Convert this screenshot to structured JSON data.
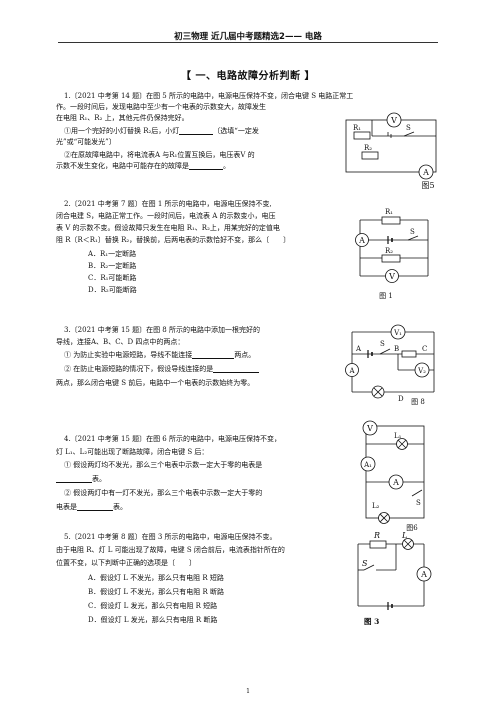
{
  "header": {
    "title": "初三物理 近几届中考题精选2—— 电路"
  },
  "section": {
    "title": "【 一、电路故障分析判断 】"
  },
  "q1": {
    "l1": "1.〔2021 中考第 14 题〕在图 5 所示的电路中，电源电压保持不变，闭合电键 S 电路正常工",
    "l2": "作。一段时间后，发现电路中至少有一个电表的示数变大，故障发生",
    "l3": "在电阻 R₁、R₂ 上，其他元件仍保持完好。",
    "l4a": "①用一个完好的小灯替换 R₂后，小灯",
    "l4b": "〔选填“一定发",
    "l5": "光”或“可能发光”〕",
    "l6": "②在原故障电路中，将电流表A 与R₁位置互换后，电压表V 的",
    "l7a": "示数不发生变化，电路中可能存在的故障是",
    "l7b": "。",
    "fig": {
      "v": "V",
      "r1": "R₁",
      "s": "S",
      "r2": "R₂",
      "a": "A",
      "caption": "图5"
    }
  },
  "q2": {
    "l1": "2.〔2021 中考第 7 题〕在图 1 所示的电路中，电源电压保持不变,",
    "l2": "闭合电建 S，电路正常工作。一段时间后，电流表 A 的示数变小，电压",
    "l3": "表 V 的示数不变。假设故障只发生在电阻 R₁、R₂上，用某完好的定值电",
    "l4": "阻 R〔R＜R₁〕替换 R₂，替换前，后两电表的示数恰好不变，那么〔　　〕",
    "opts": [
      "A．R₁一定断路",
      "B．R₂一定断路",
      "C．R₁可能断路",
      "D．R₂可能断路"
    ],
    "fig": {
      "r1": "R₁",
      "a": "A",
      "s": "S",
      "r2": "R₂",
      "v": "V",
      "caption": "图 1"
    }
  },
  "q3": {
    "l1": "3.〔2021 中考第 15 题〕在图 8 所示的电路中添加一根完好的",
    "l2": "导线，连接A、B、C、D 四点中的两点：",
    "l3a": "①  为防止实验中电源短路，导线不能连接",
    "l3b": "两点。",
    "l4": "②  在防止电源短路的情况下，假设导线连接的是",
    "l5": "两点，那么闭合电键 S 前后，电路中一个电表的示数始终为零。",
    "fig": {
      "v1": "V₁",
      "a_pt": "A",
      "s": "S",
      "b": "B",
      "c": "C",
      "am": "A",
      "v2": "V₂",
      "d": "D",
      "caption": "图 8"
    }
  },
  "q4": {
    "l1": "4.〔2021 中考第 15 题〕在图 6 所示的电路中，电源电压保持不变，",
    "l2": "灯 L₁、L₂可能出现了断路故障，闭合电键 S 后：",
    "l3": "①  假设两灯均不发光，那么三个电表中示数一定大于零的电表是",
    "l4": "表。",
    "l5": "②  假设两灯中有一灯不发光，那么三个电表中示数一定大于零的",
    "l6a": "电表是",
    "l6b": "表。",
    "fig": {
      "v": "V",
      "l1": "L₁",
      "a1": "A₁",
      "a": "A",
      "s": "S",
      "l2": "L₂",
      "caption": "图6"
    }
  },
  "q5": {
    "l1": "5.〔2021 中考第 8 题〕在图 3 所示的电路中，电源电压保持不变。",
    "l2": "由于电阻 R、灯 L 可能出现了故障，电键 S 闭合前后，电流表指针所在的",
    "l3": "位置不变，以下判断中正确的选项是〔　　〕",
    "opts": [
      "A．假设灯 L 不发光，那么只有电阻 R 短路",
      "B．假设灯 L 不发光，那么只有电阻 R 断路",
      "C．假设灯 L 发光，那么只有电阻 R 短路",
      "D．假设灯 L 发光，那么只有电阻 R 断路"
    ],
    "fig": {
      "r": "R",
      "l": "L",
      "s": "S",
      "a": "A",
      "caption": "图 3"
    }
  },
  "page": {
    "number": "1"
  }
}
